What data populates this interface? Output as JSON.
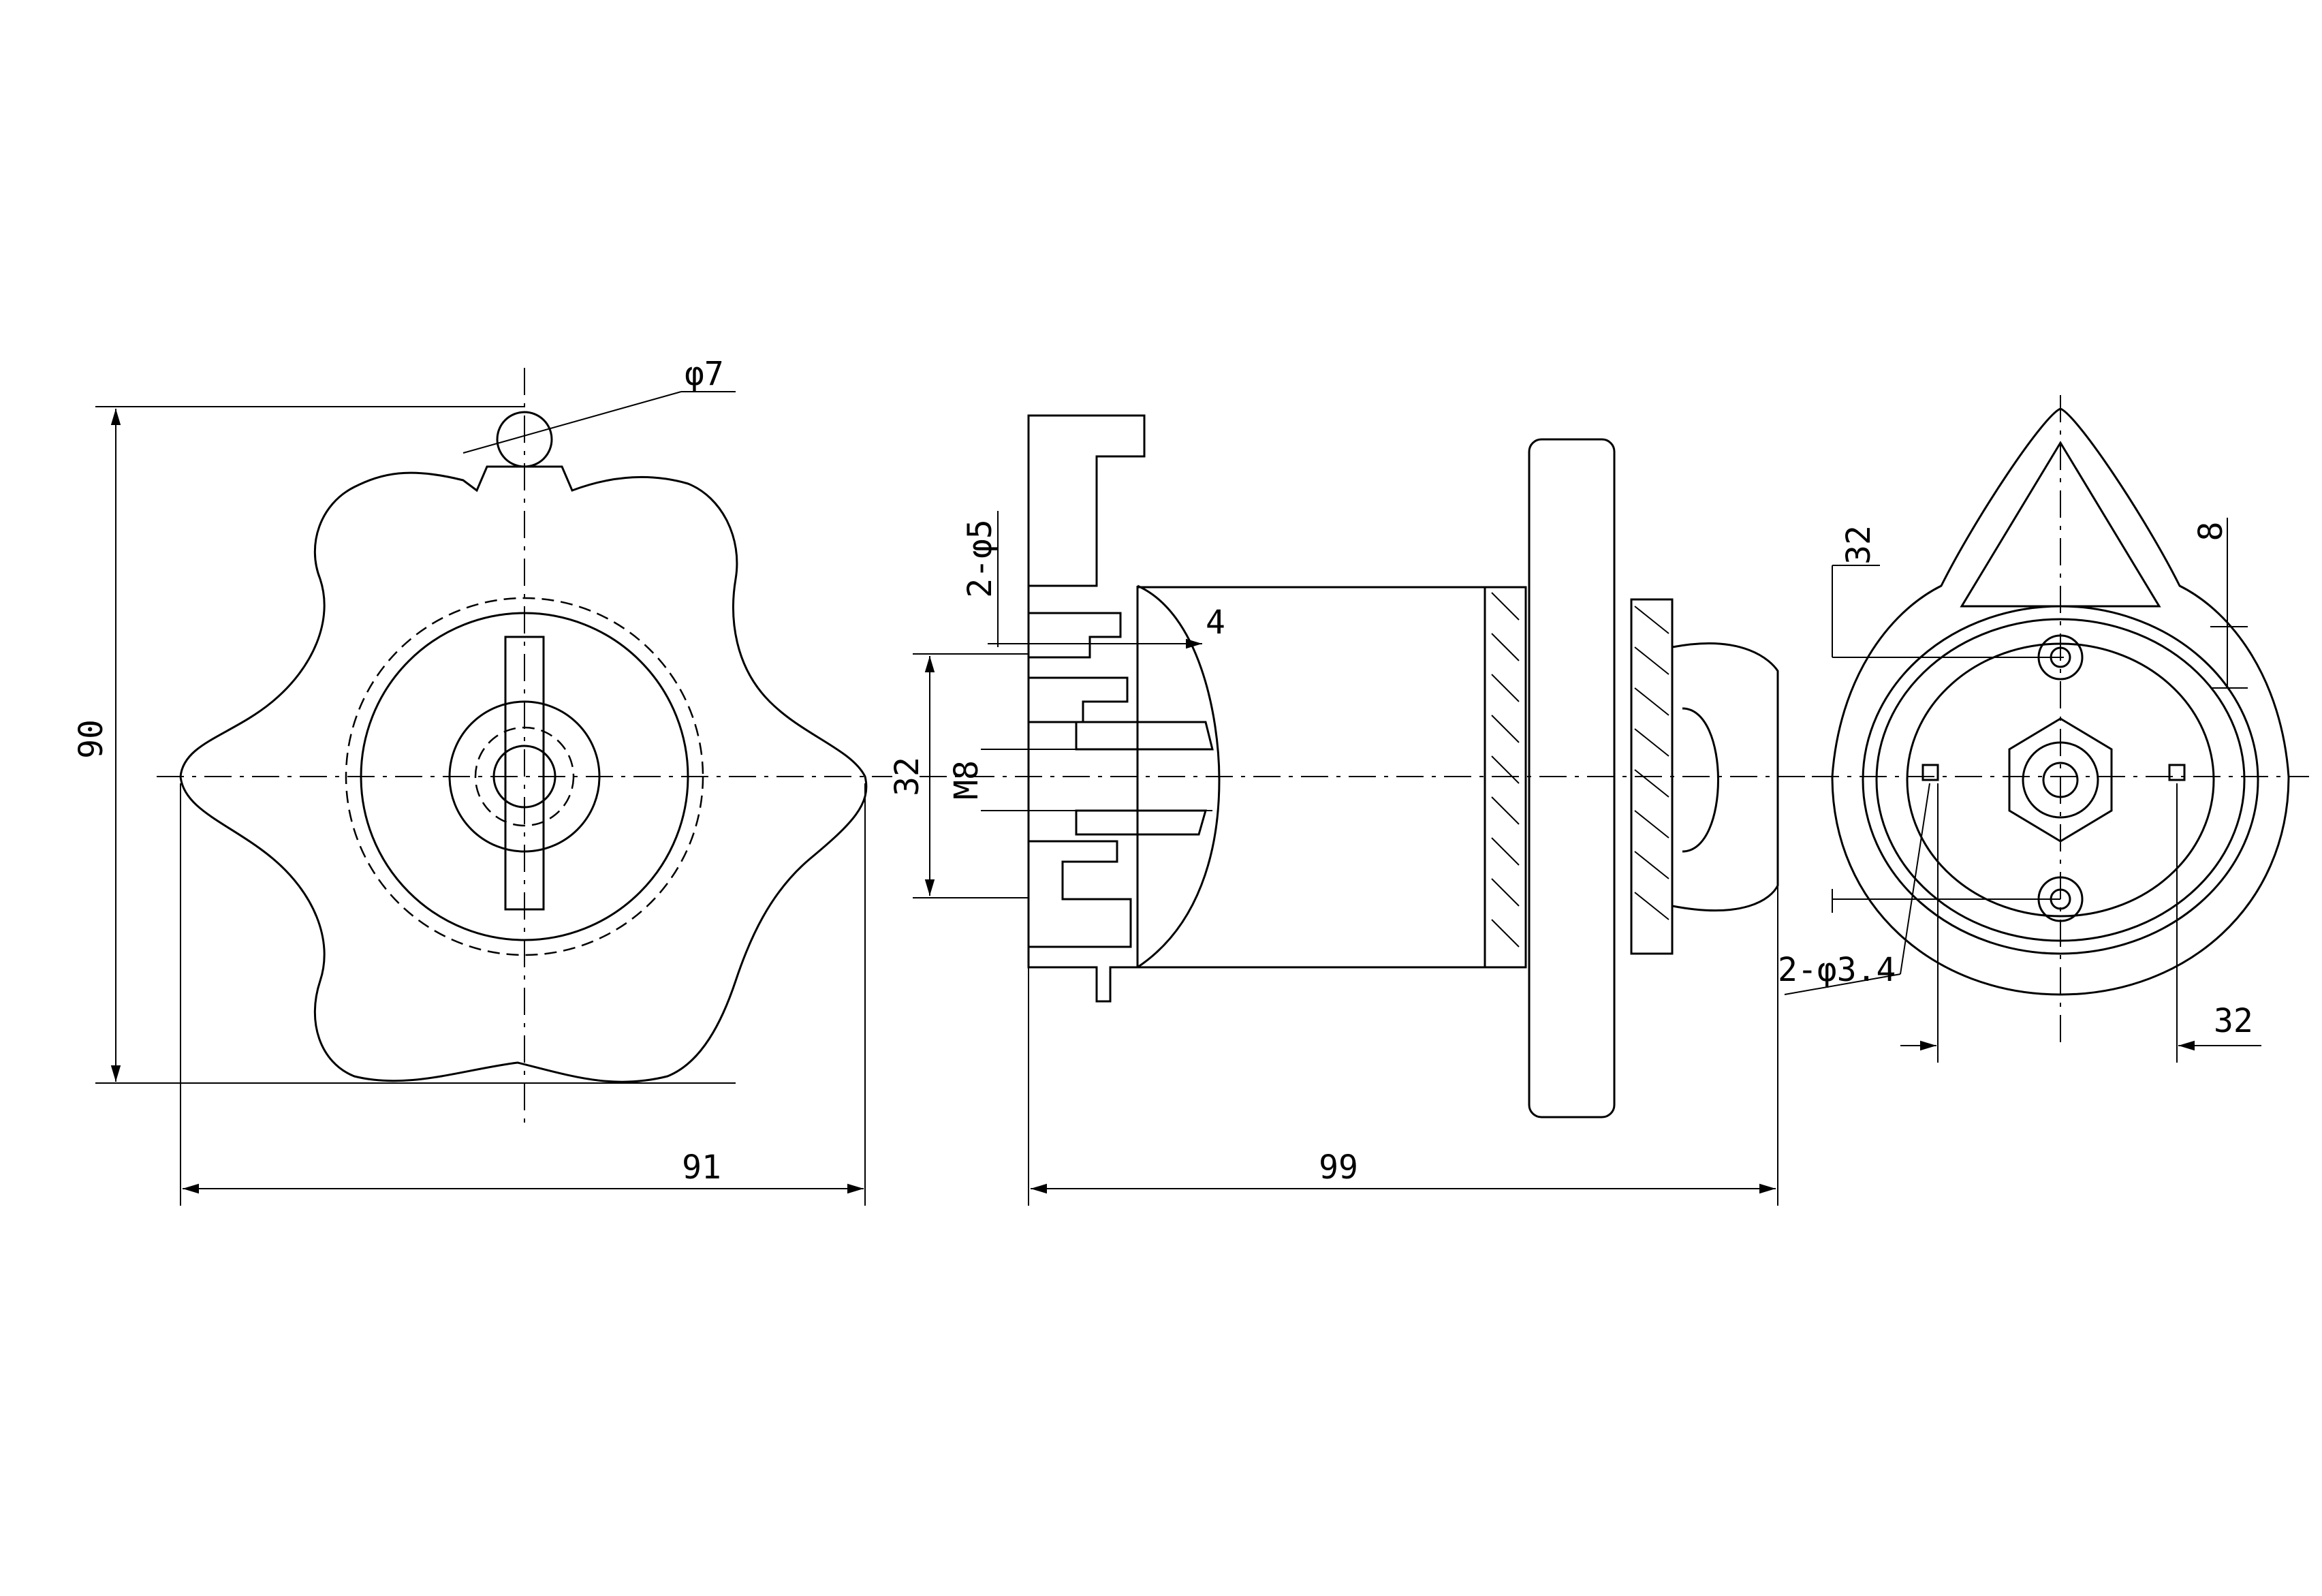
{
  "colors": {
    "line": "#000000",
    "background": "#ffffff",
    "hatch": "#000000"
  },
  "front_view": {
    "dim_pin_diameter": "φ7",
    "dim_height": "90",
    "dim_width": "91"
  },
  "side_view": {
    "dim_holes": "2-φ5",
    "dim_small": "4",
    "dim_base": "32",
    "dim_thread": "M8",
    "dim_length": "99"
  },
  "back_view": {
    "dim_offset_top": "32",
    "dim_small": "8",
    "dim_holes": "2-φ3.4",
    "dim_offset_bottom": "32"
  }
}
